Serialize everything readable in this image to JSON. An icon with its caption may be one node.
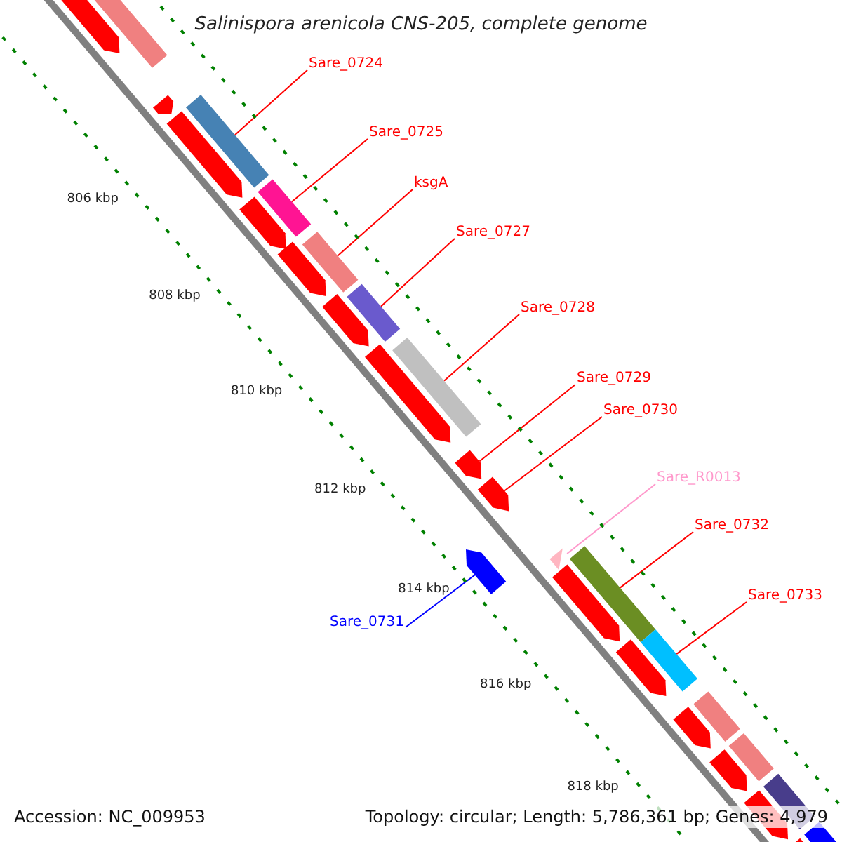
{
  "diagram": {
    "title": "Salinispora arenicola CNS-205, complete genome",
    "nodes": [
      {
        "text": [
          "Sare_0724"
        ]
      },
      {
        "text": [
          "Sare_0725"
        ]
      },
      {
        "text": [
          "ksgA"
        ]
      },
      {
        "text": [
          "Sare_0727"
        ]
      },
      {
        "text": [
          "Sare_0728"
        ]
      },
      {
        "text": [
          "Sare_0729"
        ]
      },
      {
        "text": [
          "Sare_0730"
        ]
      },
      {
        "text": [
          "Sare_R0013"
        ]
      },
      {
        "text": [
          "Sare_0732"
        ]
      },
      {
        "text": [
          "Sare_0733"
        ]
      },
      {
        "text": [
          "Sare_0731"
        ]
      },
      {
        "text": [],
        "shape": "bar"
      },
      {
        "text": [],
        "shape": "bar"
      },
      {
        "text": [],
        "shape": "bar"
      },
      {
        "text": [],
        "shape": "bar"
      },
      {
        "text": [],
        "shape": "bar"
      },
      {
        "text": [],
        "shape": "arrow"
      },
      {
        "text": [],
        "shape": "arrow"
      },
      {
        "text": [],
        "shape": "arrow"
      },
      {
        "text": [],
        "shape": "triangle"
      },
      {
        "text": [],
        "shape": "bar"
      },
      {
        "text": [],
        "shape": "bar"
      }
    ],
    "edges": [
      {
        "from": 0,
        "to": 11,
        "arrow": "none"
      },
      {
        "from": 1,
        "to": 12,
        "arrow": "none"
      },
      {
        "from": 2,
        "to": 13,
        "arrow": "none"
      },
      {
        "from": 3,
        "to": 14,
        "arrow": "none"
      },
      {
        "from": 4,
        "to": 15,
        "arrow": "none"
      },
      {
        "from": 5,
        "to": 16,
        "arrow": "none"
      },
      {
        "from": 6,
        "to": 17,
        "arrow": "none"
      },
      {
        "from": 7,
        "to": 19,
        "arrow": "none",
        "color": "#ff99cc"
      },
      {
        "from": 8,
        "to": 20,
        "arrow": "none"
      },
      {
        "from": 9,
        "to": 21,
        "arrow": "none"
      },
      {
        "from": 10,
        "to": 18,
        "arrow": "none",
        "color": "#0000ff"
      }
    ],
    "labels": [
      "806 kbp",
      "808 kbp",
      "810 kbp",
      "812 kbp",
      "814 kbp",
      "816 kbp",
      "818 kbp",
      "Accession: NC_009953",
      "Topology: circular; Length: 5,786,361 bp; Genes: 4,979"
    ]
  }
}
